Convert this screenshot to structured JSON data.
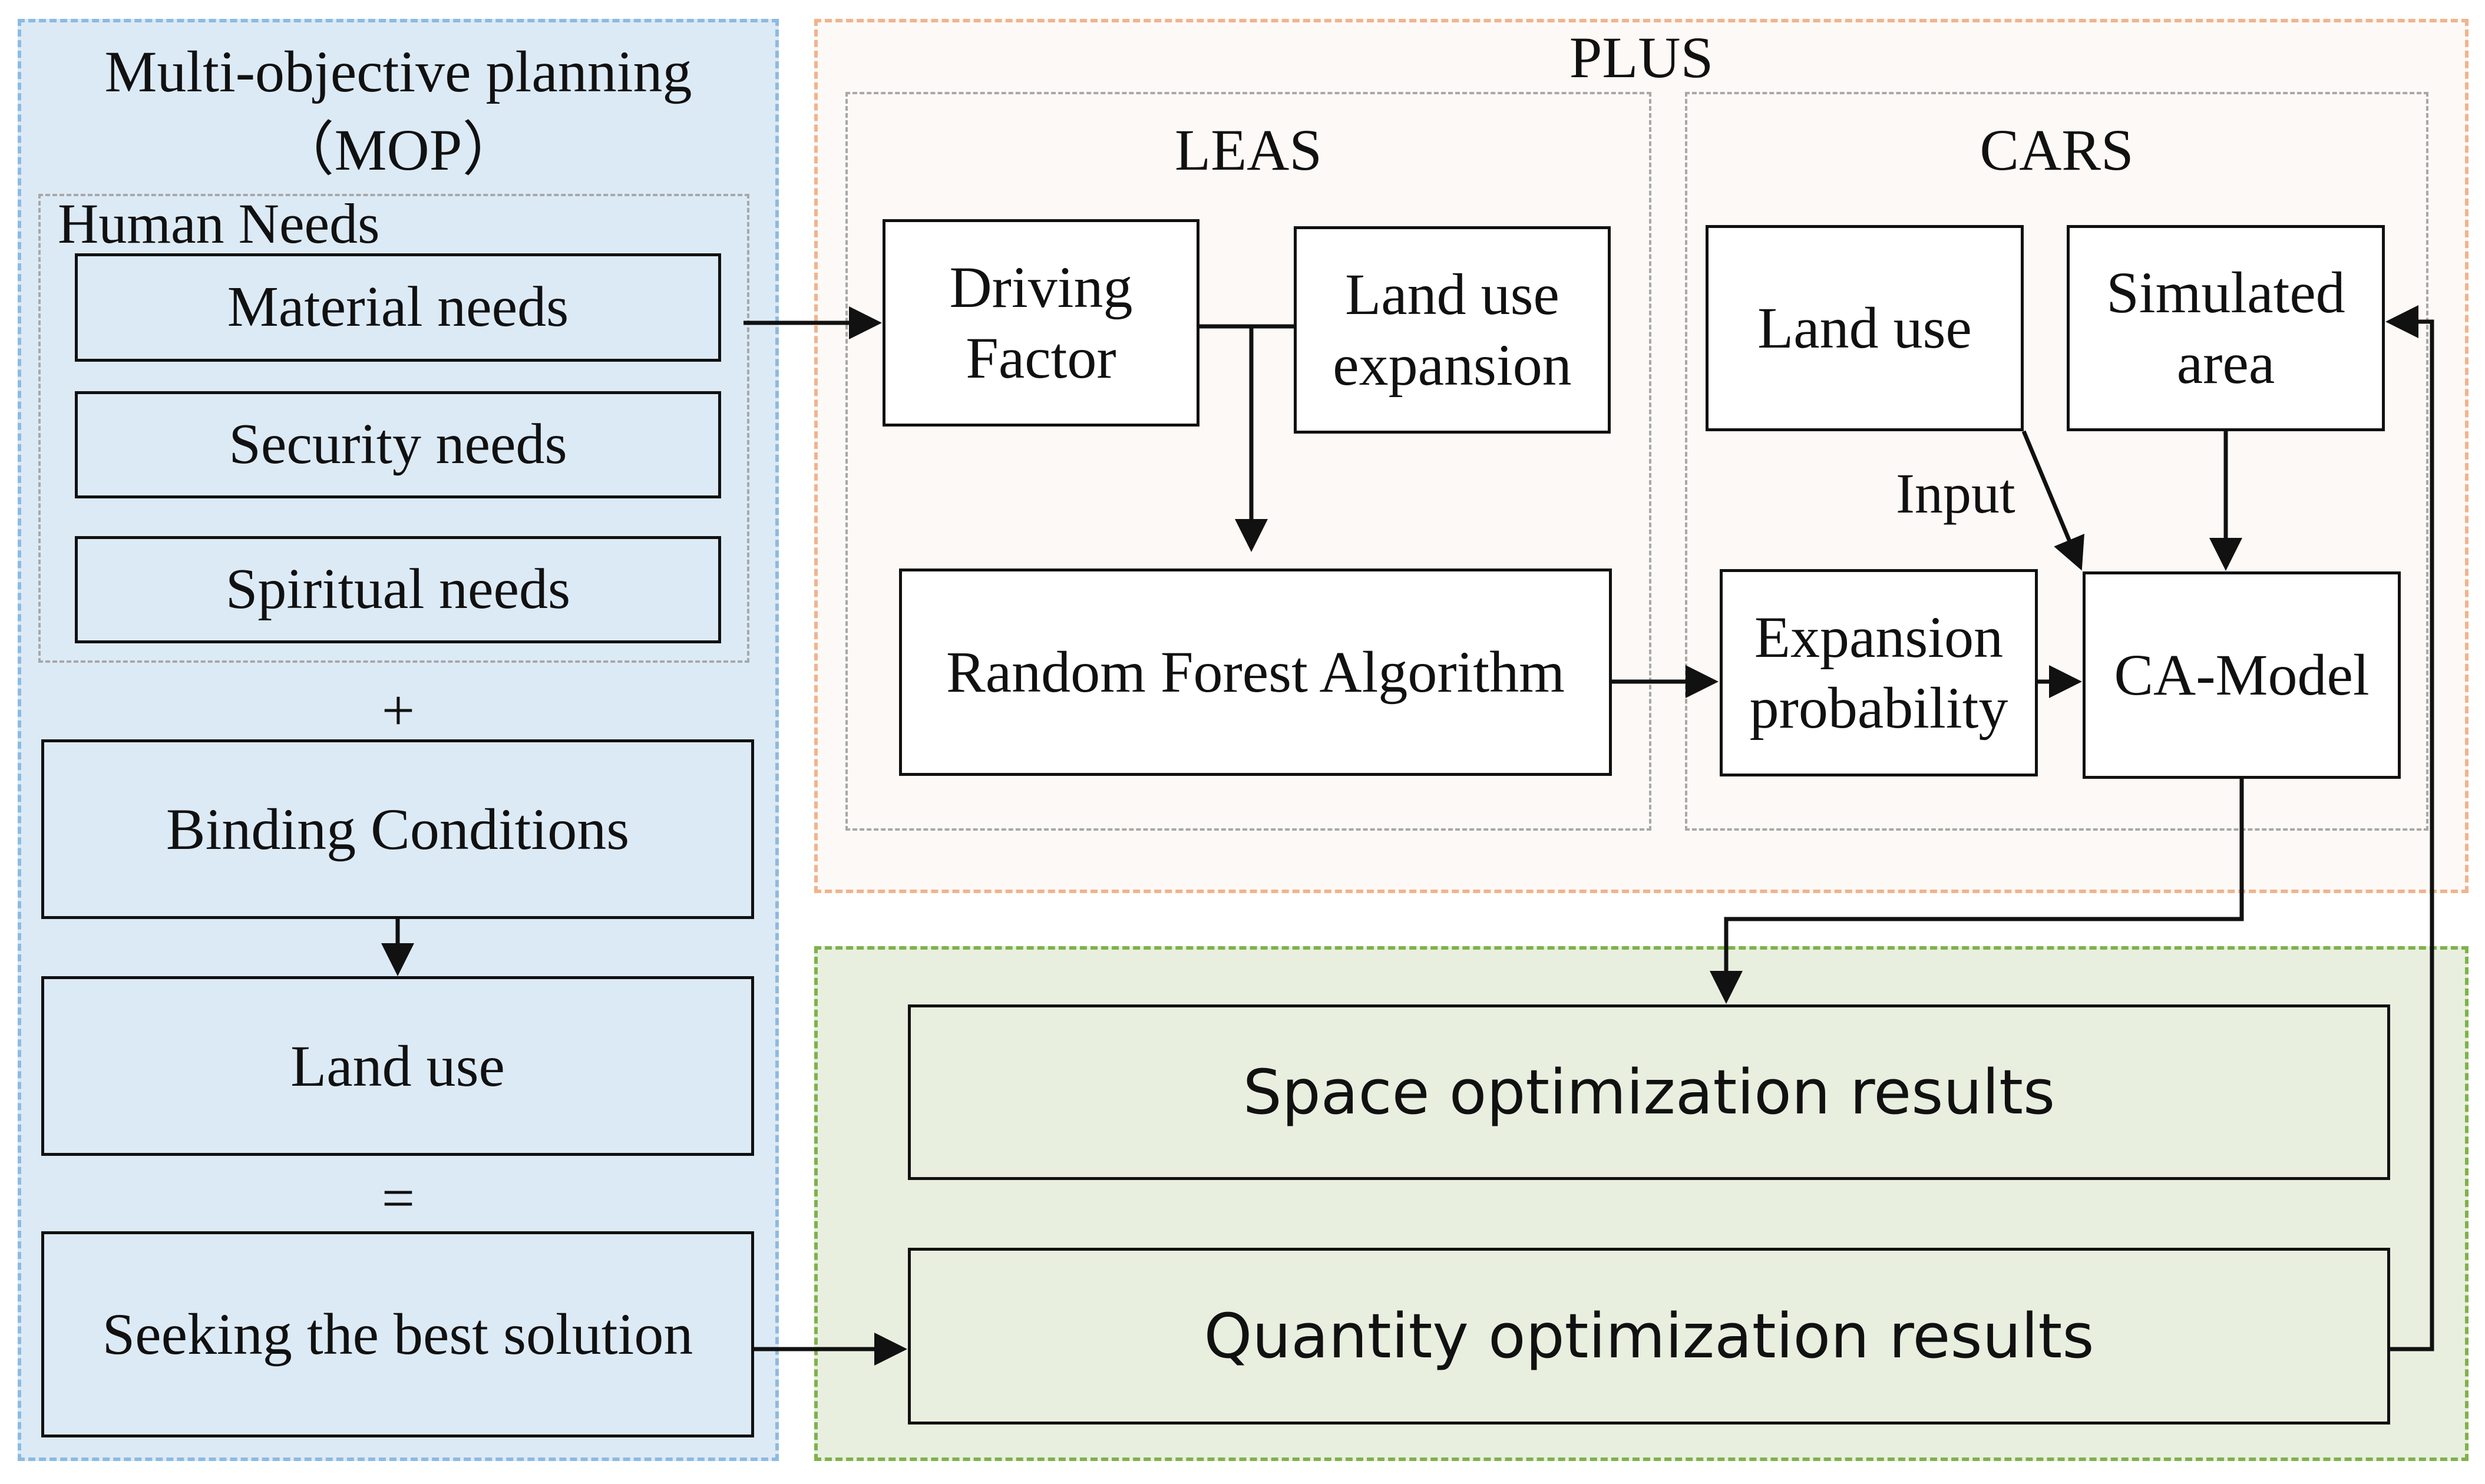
{
  "mop": {
    "title_line1": "Multi-objective planning",
    "title_line2": "（MOP）",
    "human_needs_label": "Human Needs",
    "needs": [
      "Material needs",
      "Security needs",
      "Spiritual needs"
    ],
    "plus_symbol": "+",
    "binding_conditions": "Binding Conditions",
    "land_use": "Land use",
    "equals_symbol": "=",
    "best_solution": "Seeking the best solution"
  },
  "plus": {
    "title": "PLUS",
    "leas": {
      "title": "LEAS",
      "driving_factor": "Driving Factor",
      "land_use_expansion": "Land use expansion",
      "random_forest": "Random Forest Algorithm"
    },
    "cars": {
      "title": "CARS",
      "land_use": "Land use",
      "simulated_area": "Simulated area",
      "input_label": "Input",
      "expansion_probability": "Expansion probability",
      "ca_model": "CA-Model"
    }
  },
  "results": {
    "space": "Space optimization results",
    "quantity": "Quantity optimization results"
  },
  "colors": {
    "mop_fill": "#dceaf6",
    "mop_border": "#8dbbe0",
    "plus_fill": "#fdf9f6",
    "plus_border": "#f0b48e",
    "results_fill": "#e8efdf",
    "results_border": "#7fb24b"
  }
}
